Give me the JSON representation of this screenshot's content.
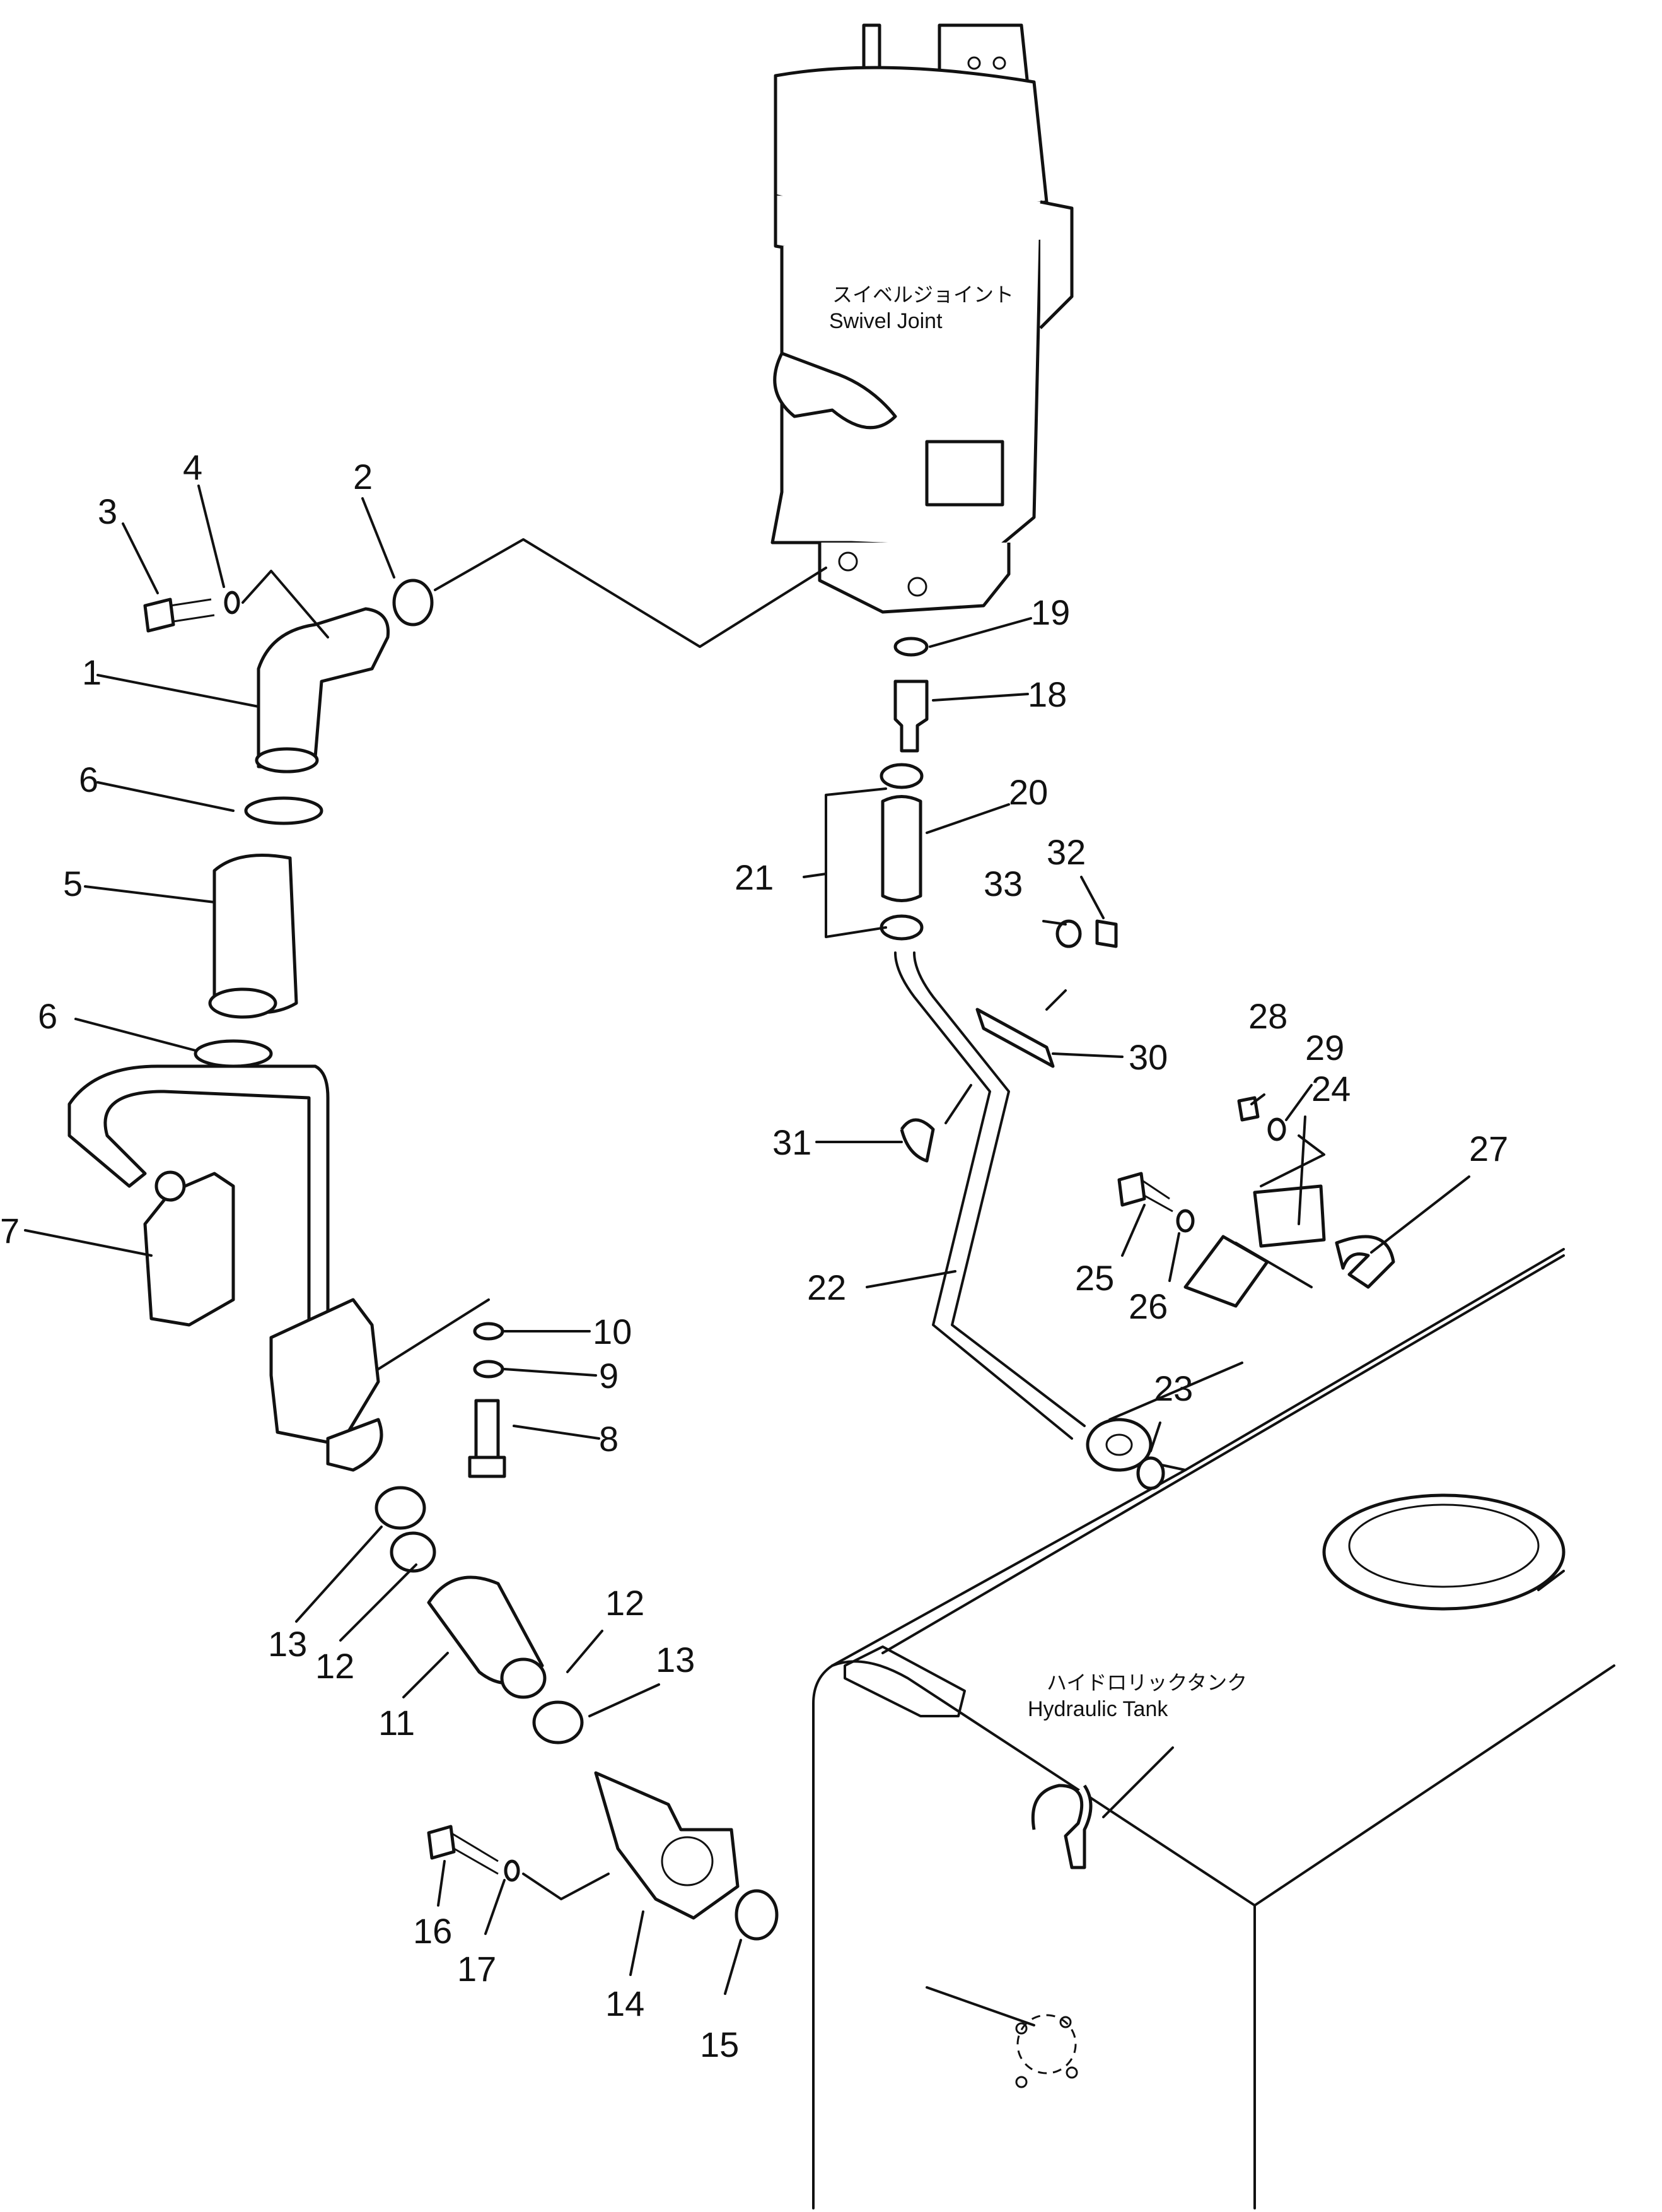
{
  "labels": {
    "swivel_jp": "スイベルジョイント",
    "swivel_en": "Swivel  Joint",
    "tank_jp": "ハイドロリックタンク",
    "tank_en": "Hydraulic  Tank"
  },
  "callouts": [
    "1",
    "2",
    "3",
    "4",
    "5",
    "6",
    "6",
    "7",
    "8",
    "9",
    "10",
    "11",
    "12",
    "12",
    "13",
    "13",
    "14",
    "15",
    "16",
    "17",
    "18",
    "19",
    "20",
    "21",
    "22",
    "23",
    "24",
    "25",
    "26",
    "27",
    "28",
    "29",
    "30",
    "31",
    "32",
    "33"
  ]
}
